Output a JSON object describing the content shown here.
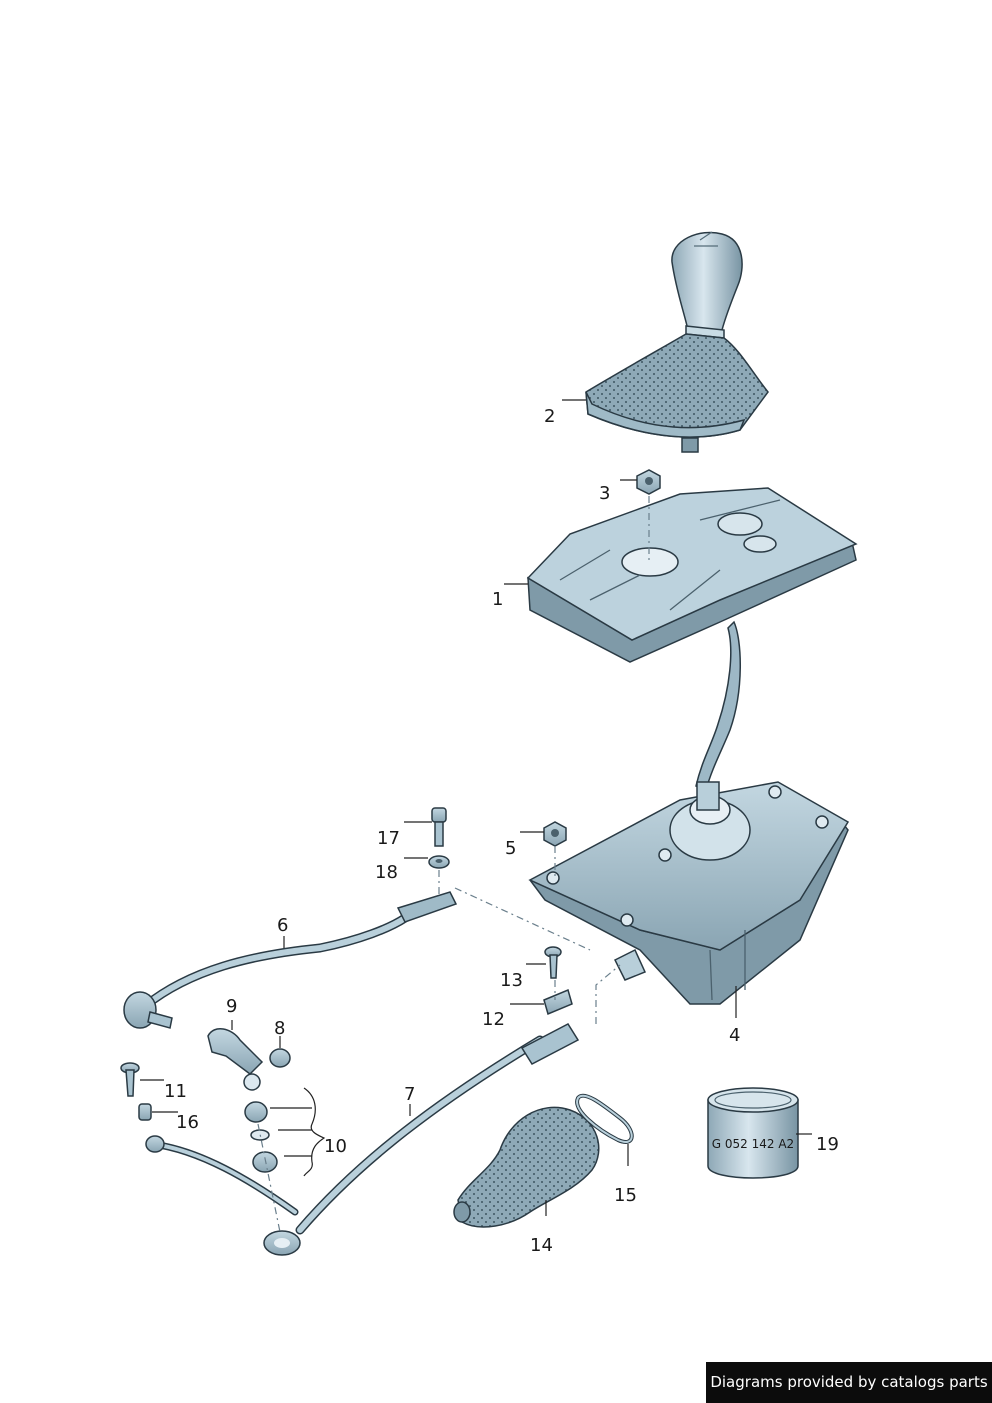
{
  "callouts": {
    "p1": "1",
    "p2": "2",
    "p3": "3",
    "p4": "4",
    "p5": "5",
    "p6": "6",
    "p7": "7",
    "p8": "8",
    "p9": "9",
    "p10": "10",
    "p11": "11",
    "p12": "12",
    "p13": "13",
    "p14": "14",
    "p15": "15",
    "p16": "16",
    "p17": "17",
    "p18": "18",
    "p19": "19"
  },
  "part19_label": "G 052 142 A2",
  "footer": {
    "credit": "Diagrams provided by catalogs parts"
  },
  "colors": {
    "part_fill": "#a9c3d0",
    "part_shadow": "#7f9aa8",
    "part_light": "#d6e6ee",
    "outline": "#2a3a44"
  }
}
